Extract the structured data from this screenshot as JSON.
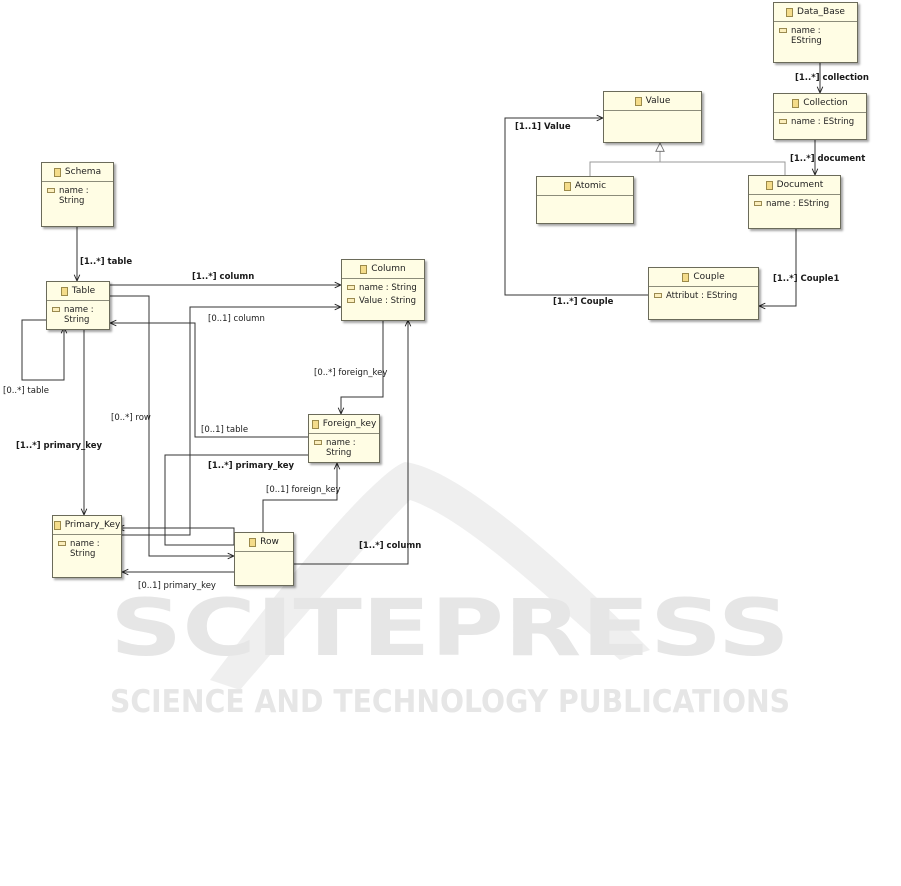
{
  "watermark": {
    "brand": "SCITEPRESS",
    "tagline": "SCIENCE AND TECHNOLOGY PUBLICATIONS"
  },
  "left_model": {
    "classes": {
      "schema": {
        "name": "Schema",
        "attrs": [
          "name : String"
        ]
      },
      "table": {
        "name": "Table",
        "attrs": [
          "name :\nString"
        ]
      },
      "column": {
        "name": "Column",
        "attrs": [
          "name : String",
          "Value : String"
        ]
      },
      "foreign_key": {
        "name": "Foreign_key",
        "attrs": [
          "name : String"
        ]
      },
      "primary_key": {
        "name": "Primary_Key",
        "attrs": [
          "name : String"
        ]
      },
      "row": {
        "name": "Row",
        "attrs": []
      }
    },
    "labels": {
      "schema_table": "[1..*] table",
      "table_column": "[1..*] column",
      "pk_column": "[0..1] column",
      "table_self": "[0..*] table",
      "table_pk": "[1..*] primary_key",
      "table_row": "[0..*] row",
      "column_fk": "[0..*] foreign_key",
      "fk_table": "[0..1] table",
      "fk_pk": "[1..*] primary_key",
      "row_fk": "[0..1] foreign_key",
      "row_column": "[1..*] column",
      "row_pk": "[0..1] primary_key"
    }
  },
  "right_model": {
    "classes": {
      "data_base": {
        "name": "Data_Base",
        "attrs": [
          "name :\nEString"
        ]
      },
      "collection": {
        "name": "Collection",
        "attrs": [
          "name : EString"
        ]
      },
      "value": {
        "name": "Value",
        "attrs": []
      },
      "atomic": {
        "name": "Atomic",
        "attrs": []
      },
      "document": {
        "name": "Document",
        "attrs": [
          "name : EString"
        ]
      },
      "couple": {
        "name": "Couple",
        "attrs": [
          "Attribut : EString"
        ]
      }
    },
    "labels": {
      "db_collection": "[1..*] collection",
      "coll_document": "[1..*] document",
      "couple_value": "[1..1] Value",
      "doc_couple": "[1..*] Couple1",
      "value_couple": "[1..*] Couple"
    }
  }
}
